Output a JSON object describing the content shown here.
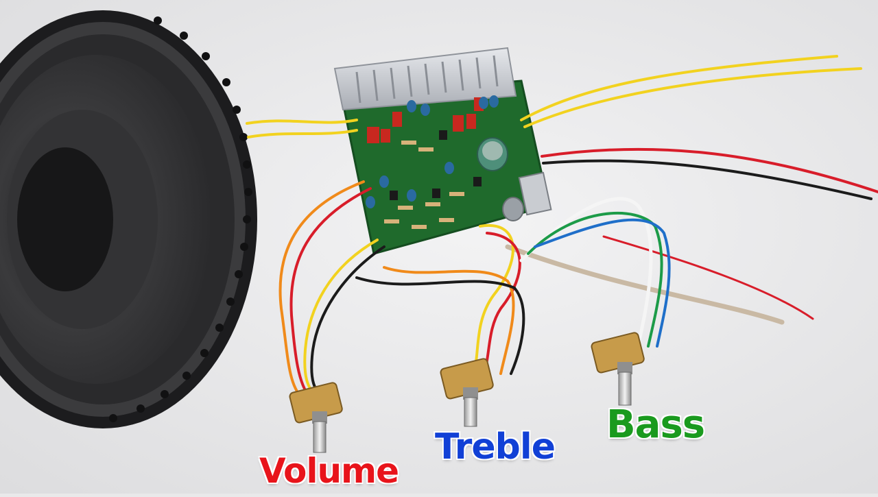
{
  "labels": {
    "volume": {
      "text": "Volume",
      "color": "#e8141b"
    },
    "treble": {
      "text": "Treble",
      "color": "#1140d6"
    },
    "bass": {
      "text": "Bass",
      "color": "#1a9a1e"
    }
  },
  "colors": {
    "background": "#e9e9ea",
    "pcb": "#1f6a2c",
    "heatsink": "#c9ccd1",
    "speaker": "#2b2b2d",
    "wire_yellow": "#f2d21f",
    "wire_red": "#d81d2a",
    "wire_black": "#1b1b1b",
    "wire_orange": "#f08a1a",
    "wire_green": "#1c9b48",
    "wire_blue": "#1f6fc9",
    "wire_white": "#f5f5f5"
  }
}
